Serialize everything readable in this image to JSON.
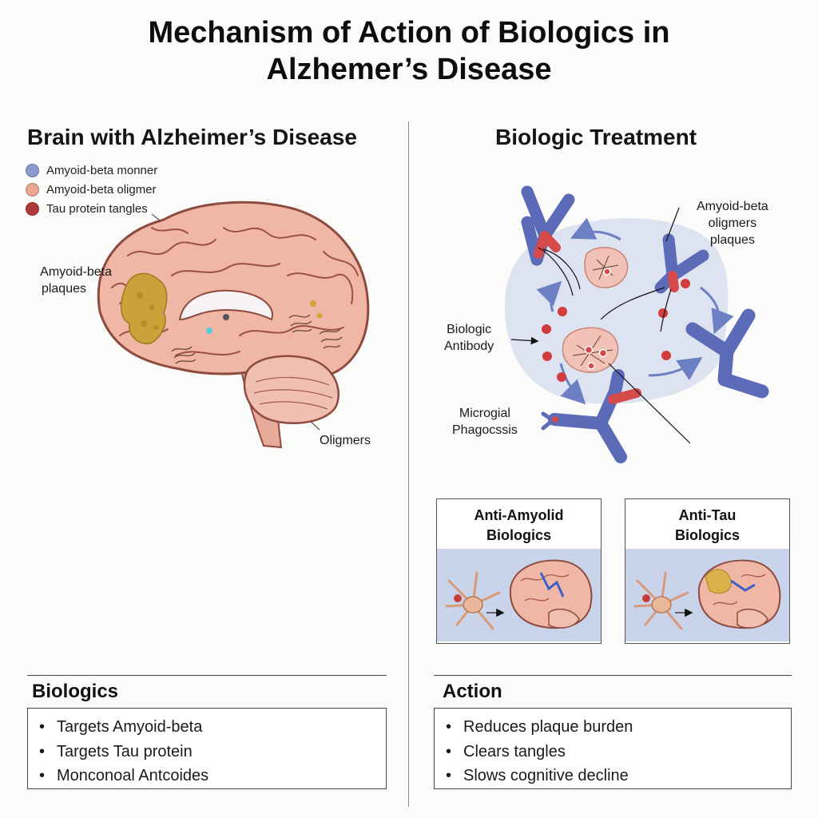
{
  "title": "Mechanism of Action of Biologics in Alzhemer’s Disease",
  "left_panel": {
    "heading": "Brain with Alzheimer’s Disease",
    "legend": [
      {
        "label": "Amyoid-beta monner",
        "color": "#8b9bd0"
      },
      {
        "label": "Amyoid-beta oligmer",
        "color": "#eaa792"
      },
      {
        "label": "Tau protein tangles",
        "color": "#b03a3a"
      }
    ],
    "annotations": {
      "plaques_line1": "Amyoid-beta",
      "plaques_line2": "plaques",
      "oligmers": "Oligmers"
    }
  },
  "right_panel": {
    "heading": "Biologic Treatment",
    "annotations": {
      "top_right_line1": "Amyoid-beta",
      "top_right_line2": "oligmers",
      "top_right_line3": "plaques",
      "antibody_line1": "Biologic",
      "antibody_line2": "Antibody",
      "microglia_line1": "Microgial",
      "microglia_line2": "Phagocssis"
    },
    "cards": [
      {
        "title_line1": "Anti-Amyolid",
        "title_line2": "Biologics"
      },
      {
        "title_line1": "Anti-Tau",
        "title_line2": "Biologics"
      }
    ]
  },
  "biologics": {
    "heading": "Biologics",
    "items": [
      "Targets Amyoid-beta",
      "Targets Tau protein",
      "Monconoal Antcoides"
    ]
  },
  "action": {
    "heading": "Action",
    "items": [
      "Reduces plaque burden",
      "Clears tangles",
      "Slows cognitive decline"
    ]
  },
  "colors": {
    "antibody": "#5b6bb8",
    "antibody_tip": "#d64a4a",
    "brain": "#f0b7a6",
    "plaque": "#c9a23a",
    "field": "#dde3f1",
    "arrow": "#6d80c4"
  }
}
